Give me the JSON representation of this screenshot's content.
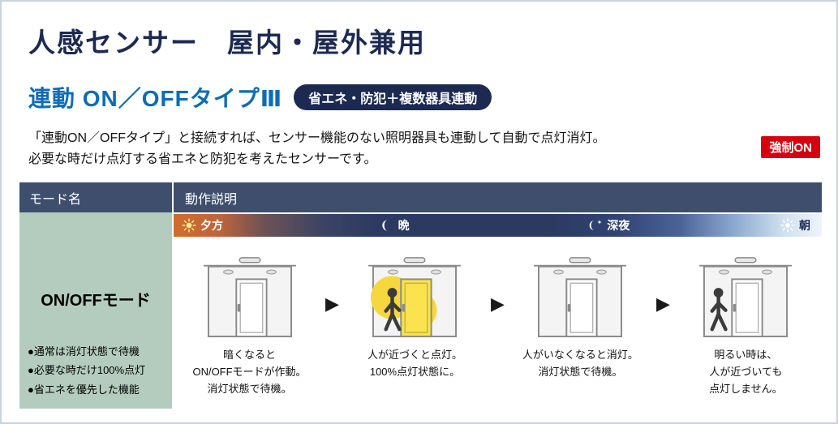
{
  "colors": {
    "navy": "#1c2a52",
    "blue": "#0d6cb5",
    "red": "#d7000f",
    "green_cell": "#b3ccbd",
    "header_bg": "#3d4f6d",
    "timeline_evening_orange": "#cf6d2c",
    "timeline_night_navy": "#2b3a61",
    "timeline_morning_light": "#eef4fa",
    "glow_yellow": "#f7d73e"
  },
  "icons": {
    "arrow_right": "▶"
  },
  "header": {
    "title": "人感センサー　屋内・屋外兼用",
    "subtitle": "連動 ON／OFFタイプⅢ",
    "subtitle_badge": "省エネ・防犯＋複数器具連動",
    "description_line1": "「連動ON／OFFタイプ」と接続すれば、センサー機能のない照明器具も連動して自動で点灯消灯。",
    "description_line2": "必要な時だけ点灯する省エネと防犯を考えたセンサーです。",
    "forced_on_badge": "強制ON"
  },
  "table": {
    "mode_col_header": "モード名",
    "desc_col_header": "動作説明",
    "timeline": [
      {
        "label": "夕方",
        "icon": "sun-icon"
      },
      {
        "label": "晩",
        "icon": "moon-icon"
      },
      {
        "label": "深夜",
        "icon": "moon-star-icon"
      },
      {
        "label": "朝",
        "icon": "morning-sun-icon"
      }
    ],
    "mode_name": "ON/OFFモード",
    "features": [
      "●通常は消灯状態で待機",
      "●必要な時だけ100%点灯",
      "●省エネを優先した機能"
    ],
    "steps": [
      {
        "caption": "暗くなると\nON/OFFモードが作動。\n消灯状態で待機。"
      },
      {
        "caption": "人が近づくと点灯。\n100%点灯状態に。"
      },
      {
        "caption": "人がいなくなると消灯。\n消灯状態で待機。"
      },
      {
        "caption": "明るい時は、\n人が近づいても\n点灯しません。"
      }
    ]
  }
}
